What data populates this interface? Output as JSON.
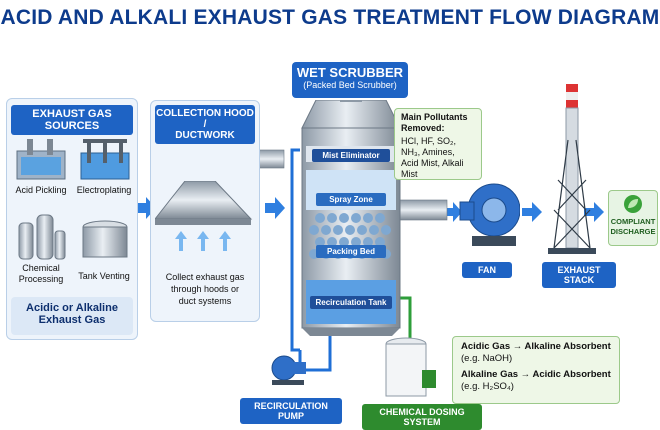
{
  "title": "ACID AND ALKALI EXHAUST GAS TREATMENT FLOW DIAGRAM",
  "sources": {
    "header": "EXHAUST GAS SOURCES",
    "items": [
      "Acid Pickling",
      "Electroplating",
      "Chemical Processing",
      "Tank Venting"
    ],
    "footer_line1": "Acidic or Alkaline",
    "footer_line2": "Exhaust Gas"
  },
  "hood": {
    "header_line1": "COLLECTION HOOD /",
    "header_line2": "DUCTWORK",
    "desc_line1": "Collect exhaust gas",
    "desc_line2": "through hoods or",
    "desc_line3": "duct systems"
  },
  "scrubber": {
    "header": "WET SCRUBBER",
    "subheader": "(Packed Bed Scrubber)",
    "zones": [
      "Mist Eliminator",
      "Spray Zone",
      "Packing Bed",
      "Recirculation Tank"
    ]
  },
  "pollutants": {
    "title_line1": "Main Pollutants",
    "title_line2": "Removed:",
    "line1": "HCl, HF, SO₂,",
    "line2": "NH₃, Amines,",
    "line3": "Acid Mist, Alkali Mist"
  },
  "fan": {
    "label": "FAN"
  },
  "stack": {
    "label": "EXHAUST STACK"
  },
  "discharge": {
    "line1": "COMPLIANT",
    "line2": "DISCHARGE"
  },
  "pump": {
    "label": "RECIRCULATION PUMP"
  },
  "dosing": {
    "label": "CHEMICAL DOSING SYSTEM"
  },
  "absorbent": {
    "line1": "Acidic Gas → Alkaline Absorbent",
    "line2": "(e.g. NaOH)",
    "line3": "Alkaline Gas → Acidic Absorbent",
    "line4": "(e.g. H₂SO₄)"
  },
  "colors": {
    "primary": "#1e63c4",
    "navy": "#0d3b8c",
    "green": "#2e8b2e"
  }
}
